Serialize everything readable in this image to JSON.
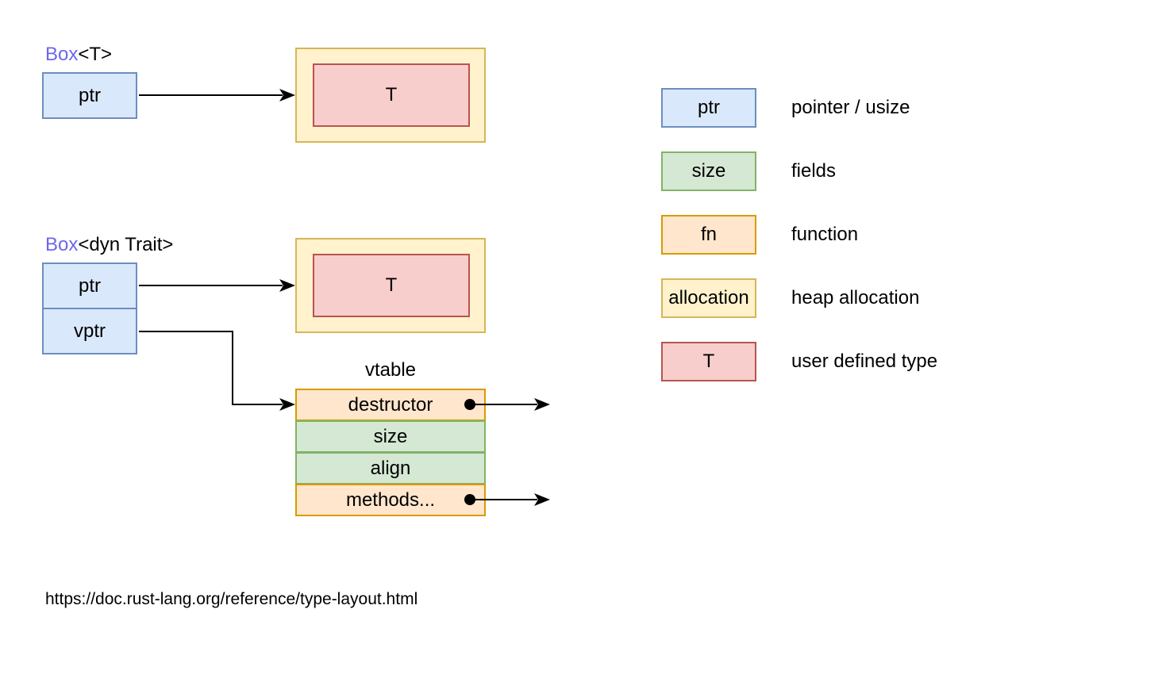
{
  "colors": {
    "pointer_fill": "#DAE8FC",
    "pointer_stroke": "#6C8EBF",
    "fields_fill": "#D5E8D4",
    "fields_stroke": "#82B366",
    "function_fill": "#FFE6CC",
    "function_stroke": "#D79B00",
    "allocation_fill": "#FFF2CC",
    "allocation_stroke": "#D6B656",
    "user_type_fill": "#F8CECC",
    "user_type_stroke": "#B85450",
    "box_keyword_text": "#6C67E8",
    "connector": "#000000"
  },
  "box_t": {
    "title_keyword": "Box",
    "title_generic": "<T>",
    "ptr_label": "ptr",
    "alloc_label": "T"
  },
  "box_dyn": {
    "title_keyword": "Box",
    "title_generic": "<dyn Trait>",
    "ptr_label": "ptr",
    "vptr_label": "vptr",
    "alloc_label": "T"
  },
  "vtable": {
    "title": "vtable",
    "rows": [
      {
        "label": "destructor",
        "kind": "fn",
        "has_fn_pointer": true
      },
      {
        "label": "size",
        "kind": "field",
        "has_fn_pointer": false
      },
      {
        "label": "align",
        "kind": "field",
        "has_fn_pointer": false
      },
      {
        "label": "methods...",
        "kind": "fn",
        "has_fn_pointer": true
      }
    ]
  },
  "legend": {
    "items": [
      {
        "swatch_label": "ptr",
        "color": "blue",
        "description": "pointer / usize"
      },
      {
        "swatch_label": "size",
        "color": "green",
        "description": "fields"
      },
      {
        "swatch_label": "fn",
        "color": "orange",
        "description": "function"
      },
      {
        "swatch_label": "allocation",
        "color": "yellow",
        "description": "heap allocation"
      },
      {
        "swatch_label": "T",
        "color": "red",
        "description": "user defined type"
      }
    ]
  },
  "footer": {
    "url": "https://doc.rust-lang.org/reference/type-layout.html"
  }
}
